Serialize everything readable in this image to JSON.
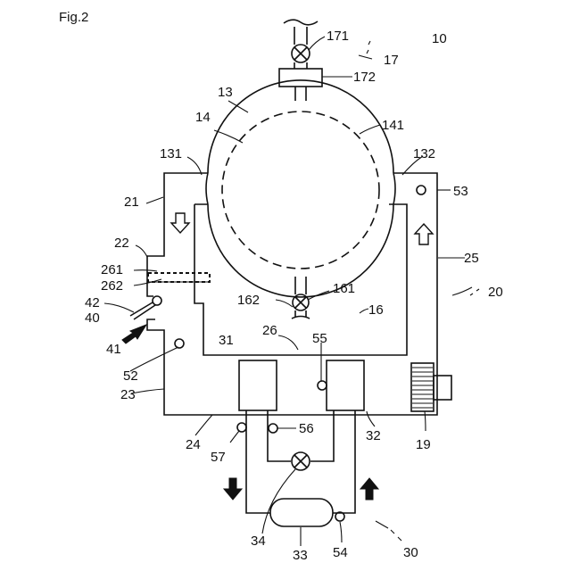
{
  "figure": {
    "title": "Fig.2"
  },
  "labels": {
    "n10": "10",
    "n13": "13",
    "n14": "14",
    "n141": "141",
    "n131": "131",
    "n132": "132",
    "n16": "16",
    "n161": "161",
    "n162": "162",
    "n17": "17",
    "n171": "171",
    "n172": "172",
    "n19": "19",
    "n20": "20",
    "n21": "21",
    "n22": "22",
    "n23": "23",
    "n24": "24",
    "n25": "25",
    "n26": "26",
    "n261": "261",
    "n262": "262",
    "n30": "30",
    "n31": "31",
    "n32": "32",
    "n33": "33",
    "n34": "34",
    "n40": "40",
    "n41": "41",
    "n42": "42",
    "n52": "52",
    "n53": "53",
    "n54": "54",
    "n55": "55",
    "n56": "56",
    "n57": "57"
  },
  "icons": {
    "valve": "valve-icon",
    "fan": "fan-icon",
    "arrow_hollow": "hollow-arrow-icon",
    "arrow_solid": "solid-arrow-icon",
    "sensor": "sensor-icon"
  }
}
